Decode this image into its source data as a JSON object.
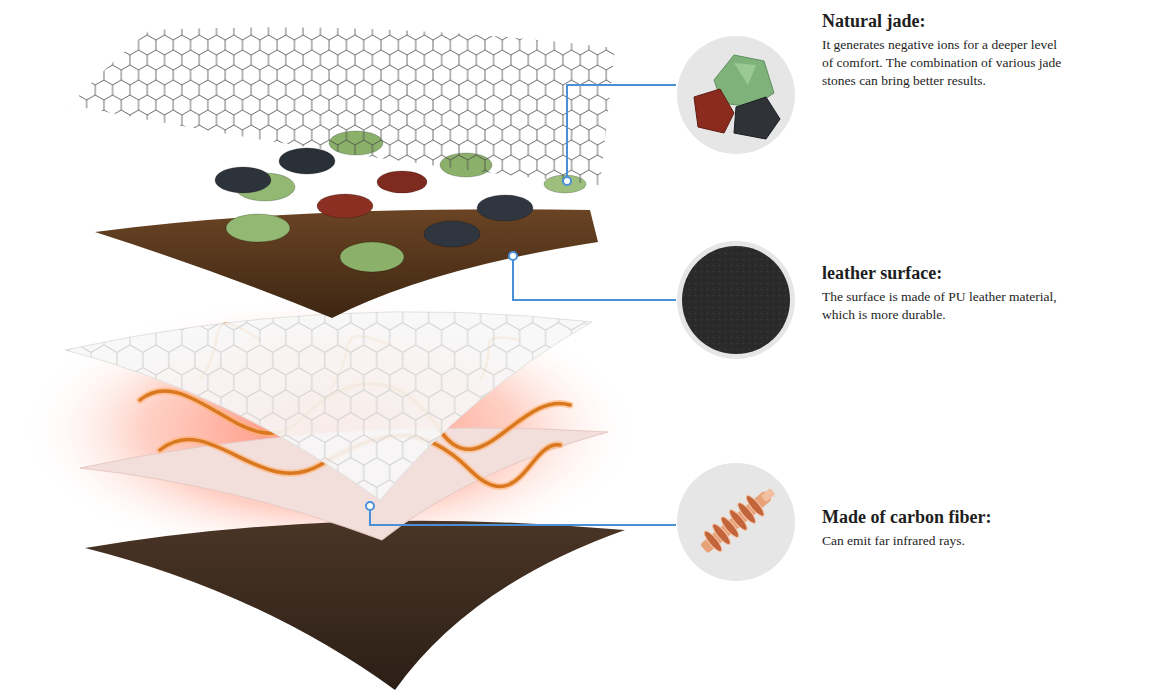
{
  "diagram": {
    "nodes": [
      {
        "text": [
          "Natural jade:",
          "It generates negative ions for a deeper level of comfort. The combination of various jade stones can bring better results."
        ]
      },
      {
        "text": [
          "leather surface:",
          "The surface is made of PU leather material, which is more durable."
        ]
      },
      {
        "text": [
          "Made of carbon fiber:",
          "Can emit far infrared rays."
        ]
      }
    ]
  }
}
